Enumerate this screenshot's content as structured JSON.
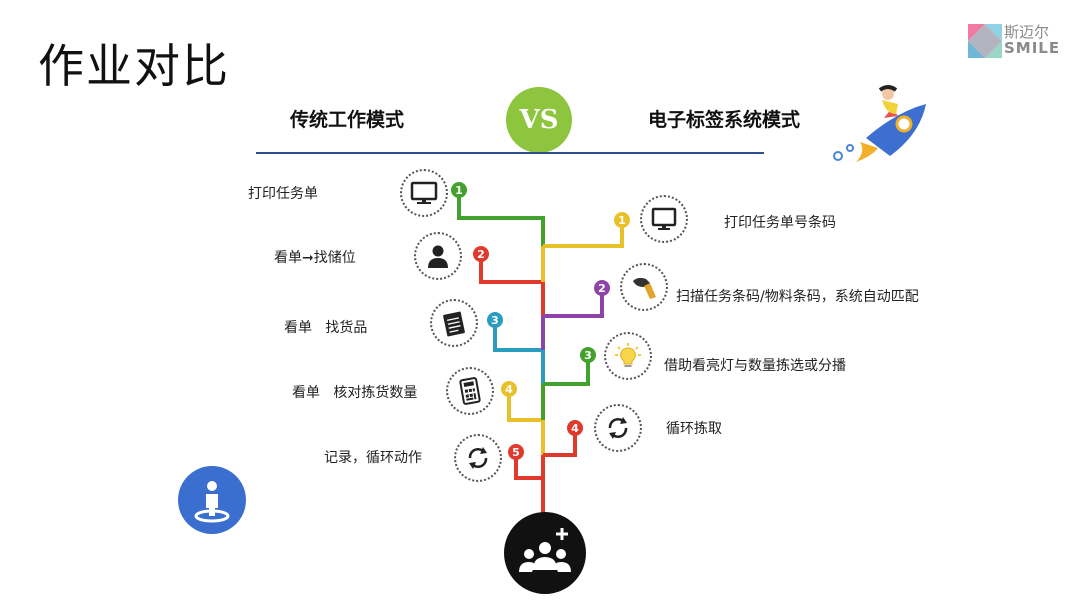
{
  "title": "作业对比",
  "logo": {
    "cn": "斯迈尔",
    "en": "SMILE"
  },
  "header": {
    "left": "传统工作模式",
    "vs": "VS",
    "right": "电子标签系统模式"
  },
  "left_steps": [
    {
      "num": "1",
      "text": "打印任务单",
      "icon": "monitor-icon",
      "color": "#43a22f"
    },
    {
      "num": "2",
      "text": "看单➞找储位",
      "icon": "user-icon",
      "color": "#e03a2d"
    },
    {
      "num": "3",
      "text": "看单   找货品",
      "icon": "notepad-icon",
      "color": "#2a9cc0"
    },
    {
      "num": "4",
      "text": "看单   核对拣货数量",
      "icon": "calculator-icon",
      "color": "#e8c12a"
    },
    {
      "num": "5",
      "text": "记录，循环动作",
      "icon": "refresh-icon",
      "color": "#e03a2d"
    }
  ],
  "right_steps": [
    {
      "num": "1",
      "text": "打印任务单号条码",
      "icon": "monitor-icon",
      "color": "#e8c12a"
    },
    {
      "num": "2",
      "text": "扫描任务条码/物料条码，系统自动匹配",
      "icon": "barcode-scanner-icon",
      "color": "#8c44a8"
    },
    {
      "num": "3",
      "text": "借助看亮灯与数量拣选或分播",
      "icon": "lightbulb-icon",
      "color": "#43a22f"
    },
    {
      "num": "4",
      "text": "循环拣取",
      "icon": "refresh-icon",
      "color": "#e03a2d"
    }
  ]
}
